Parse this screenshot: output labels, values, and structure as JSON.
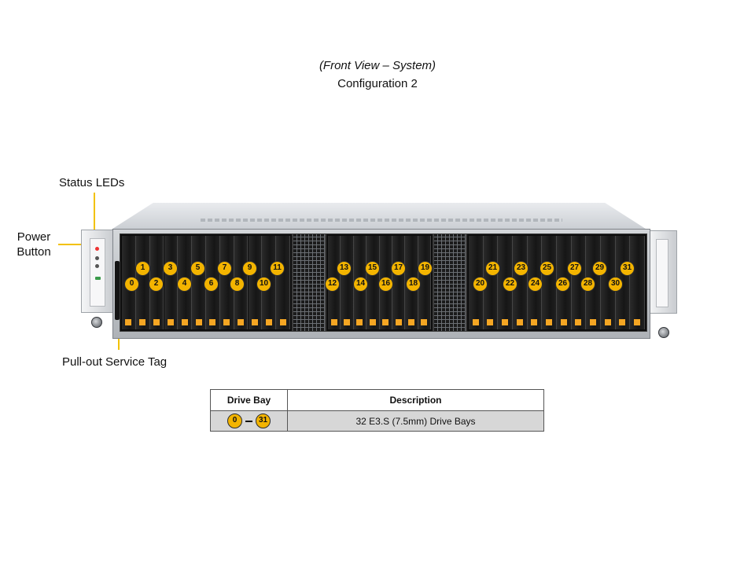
{
  "header": {
    "view_title": "(Front View – System)",
    "config_title": "Configuration 2"
  },
  "callouts": {
    "status_leds": "Status LEDs",
    "power_button": "Power\nButton",
    "service_tag": "Pull-out Service Tag"
  },
  "drive_bays": {
    "top_row": [
      "1",
      "3",
      "5",
      "7",
      "9",
      "11",
      "13",
      "15",
      "17",
      "19",
      "21",
      "23",
      "25",
      "27",
      "29",
      "31"
    ],
    "bottom_row": [
      "0",
      "2",
      "4",
      "6",
      "8",
      "10",
      "12",
      "14",
      "16",
      "18",
      "20",
      "22",
      "24",
      "26",
      "28",
      "30"
    ]
  },
  "table": {
    "col_bay": "Drive Bay",
    "col_desc": "Description",
    "row": {
      "bay_start": "0",
      "bay_end": "31",
      "description": "32 E3.S (7.5mm) Drive Bays"
    }
  },
  "colors": {
    "badge": "#f3b400",
    "leader": "#f2c100",
    "latch": "#f5a623"
  }
}
